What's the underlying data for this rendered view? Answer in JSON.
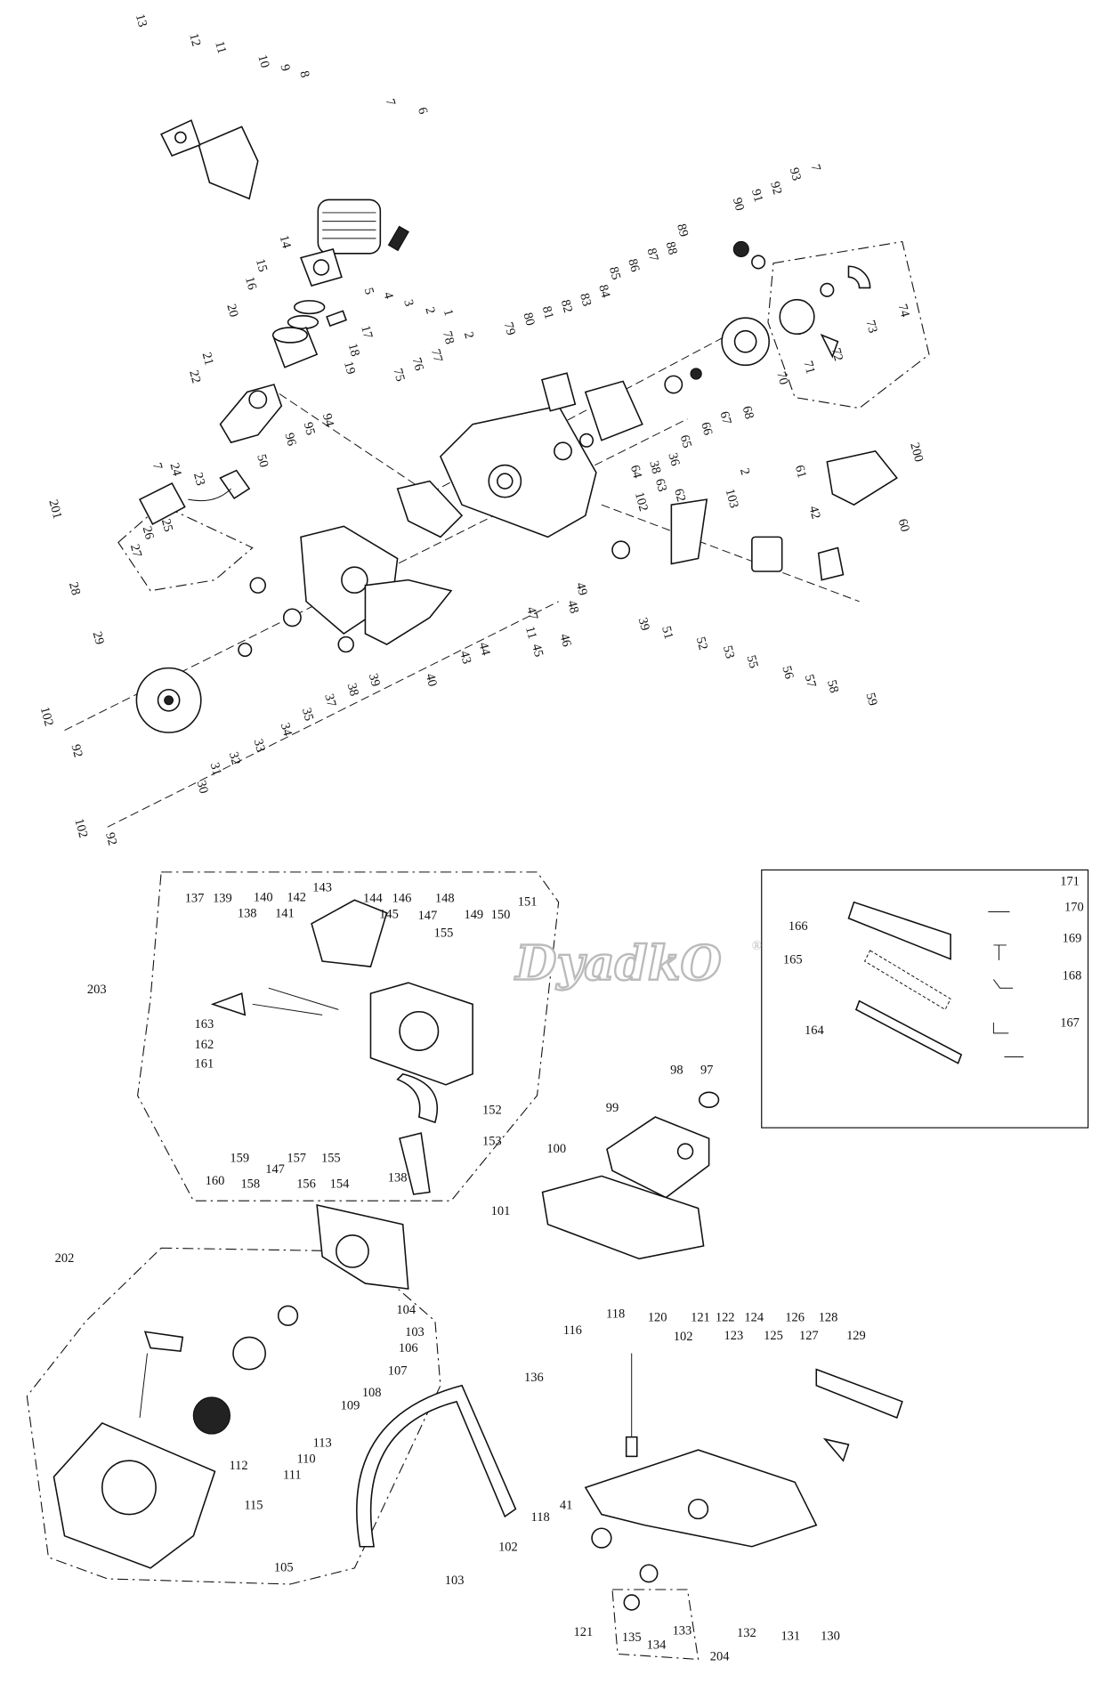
{
  "watermark": {
    "text": "DyadkO",
    "mark": "®"
  },
  "callouts_upper": [
    "13",
    "12",
    "11",
    "10",
    "9",
    "8",
    "7",
    "6",
    "5",
    "4",
    "3",
    "2",
    "1",
    "14",
    "15",
    "16",
    "17",
    "18",
    "19",
    "20",
    "21",
    "22",
    "75",
    "76",
    "77",
    "78",
    "2",
    "79",
    "80",
    "81",
    "82",
    "83",
    "84",
    "85",
    "86",
    "87",
    "88",
    "89",
    "90",
    "91",
    "92",
    "93",
    "7",
    "74",
    "73",
    "72",
    "71",
    "70",
    "68",
    "67",
    "66",
    "65",
    "36",
    "38",
    "64",
    "63",
    "102",
    "62",
    "2",
    "103",
    "200",
    "61",
    "42",
    "60",
    "94",
    "95",
    "96",
    "50",
    "7",
    "24",
    "23",
    "25",
    "26",
    "27",
    "201",
    "28",
    "29",
    "40",
    "39",
    "38",
    "37",
    "35",
    "34",
    "33",
    "32",
    "31",
    "30",
    "43",
    "44",
    "11",
    "45",
    "46",
    "47",
    "48",
    "49",
    "39",
    "51",
    "52",
    "53",
    "55",
    "56",
    "57",
    "58",
    "59",
    "102",
    "92",
    "102",
    "92"
  ],
  "callouts_lower": [
    "137",
    "139",
    "138",
    "140",
    "141",
    "142",
    "143",
    "144",
    "145",
    "146",
    "147",
    "148",
    "155",
    "149",
    "150",
    "151",
    "203",
    "163",
    "162",
    "161",
    "160",
    "159",
    "158",
    "147",
    "157",
    "156",
    "155",
    "154",
    "138",
    "152",
    "153",
    "97",
    "98",
    "99",
    "100",
    "101",
    "166",
    "165",
    "164",
    "171",
    "170",
    "169",
    "168",
    "167",
    "104",
    "103",
    "106",
    "107",
    "108",
    "109",
    "202",
    "136",
    "113",
    "110",
    "111",
    "112",
    "115",
    "105",
    "118",
    "116",
    "120",
    "102",
    "121",
    "122",
    "123",
    "124",
    "125",
    "126",
    "127",
    "128",
    "129",
    "118",
    "102",
    "103",
    "41",
    "121",
    "135",
    "134",
    "133",
    "132",
    "131",
    "130",
    "204"
  ]
}
